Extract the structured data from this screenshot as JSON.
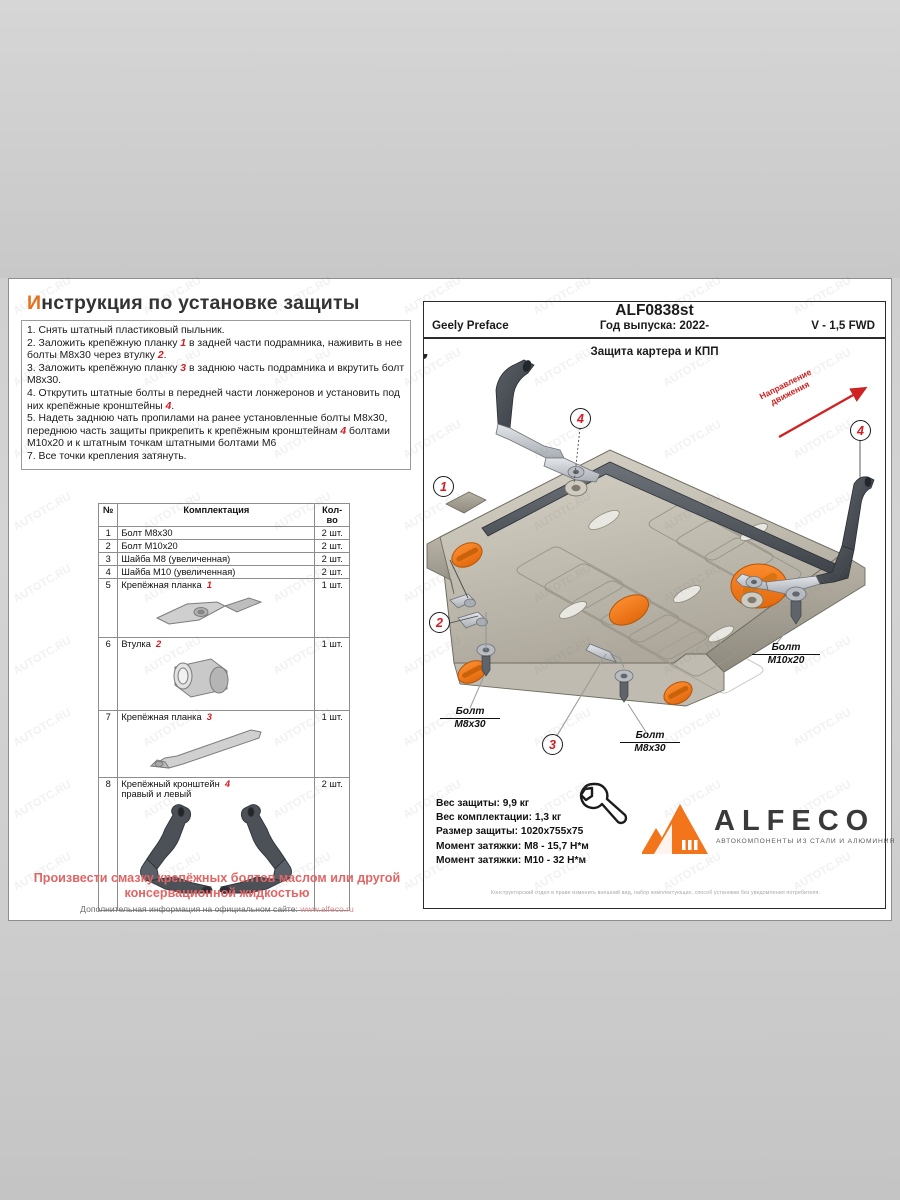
{
  "document": {
    "title": "Инструкция по установке защиты",
    "title_first_letter": "И",
    "title_rest": "нструкция по установке защиты"
  },
  "instructions": {
    "lines": [
      "1. Снять штатный пластиковый пыльник.",
      "2. Заложить крепёжную планку 1 в задней части подрамника, наживить в нее болты M8x30 через втулку 2.",
      "3. Заложить крепёжную планку 3 в заднюю часть подрамника и вкрутить болт M8x30.",
      "4. Открутить штатные болты в передней части лонжеронов и установить под них крепёжные кронштейны 4.",
      "5. Надеть заднюю чать пропилами на ранее установленные болты M8x30, переднюю часть защиты прикрепить к крепёжным кронштейнам 4 болтами M10x20 и к штатным точкам штатными болтами M6",
      "7. Все точки крепления затянуть."
    ]
  },
  "parts_table": {
    "headers": [
      "№",
      "Комплектация",
      "Кол-во"
    ],
    "rows": [
      {
        "num": "1",
        "name": "Болт M8x30",
        "marker": "",
        "qty": "2 шт.",
        "figure": "none"
      },
      {
        "num": "2",
        "name": "Болт M10x20",
        "marker": "",
        "qty": "2 шт.",
        "figure": "none"
      },
      {
        "num": "3",
        "name": "Шайба M8 (увеличенная)",
        "marker": "",
        "qty": "2 шт.",
        "figure": "none"
      },
      {
        "num": "4",
        "name": "Шайба M10 (увеличенная)",
        "marker": "",
        "qty": "2 шт.",
        "figure": "none"
      },
      {
        "num": "5",
        "name": "Крепёжная планка",
        "marker": "1",
        "qty": "1 шт.",
        "figure": "plate-small"
      },
      {
        "num": "6",
        "name": "Втулка",
        "marker": "2",
        "qty": "1 шт.",
        "figure": "bushing"
      },
      {
        "num": "7",
        "name": "Крепёжная планка",
        "marker": "3",
        "qty": "1 шт.",
        "figure": "plate-long"
      },
      {
        "num": "8",
        "name": "Крепёжный кронштейн",
        "marker": "4",
        "name2": "правый и левый",
        "qty": "2 шт.",
        "figure": "brackets"
      }
    ]
  },
  "footer_notes": {
    "warning_line1": "Произвести смазку крепёжных болтов маслом или другой",
    "warning_line2": "консервационной жидкостью",
    "info_prefix": "Дополнительная информация на официальном сайте:",
    "info_url": "www.alfeco.ru"
  },
  "product": {
    "code": "ALF0838st",
    "model": "Geely Preface",
    "year": "Год выпуска: 2022-",
    "engine": "V - 1,5 FWD",
    "subtitle": "Защита картера и КПП"
  },
  "drawing": {
    "direction_label_line1": "Направление",
    "direction_label_line2": "движения",
    "callouts": [
      "1",
      "2",
      "3",
      "4",
      "4"
    ],
    "bolt_labels": [
      {
        "line1": "Болт",
        "line2": "M8x30"
      },
      {
        "line1": "Болт",
        "line2": "M8x30"
      },
      {
        "line1": "Болт",
        "line2": "M10x20"
      }
    ]
  },
  "specs": {
    "rows": [
      {
        "label": "Вес защиты:",
        "value": "9,9 кг"
      },
      {
        "label": "Вес комплектации:",
        "value": "1,3 кг"
      },
      {
        "label": "Размер защиты:",
        "value": "1020x755x75"
      },
      {
        "label": "Момент затяжки:",
        "value": "M8 - 15,7 H*м"
      },
      {
        "label": "Момент затяжки:",
        "value": "M10 - 32 H*м"
      }
    ]
  },
  "brand": {
    "name": "ALFECO",
    "tagline": "АВТОКОМПОНЕНТЫ ИЗ СТАЛИ И АЛЮМИНИЯ"
  },
  "disclaimer": "Конструкторский отдел в праве изменить внешний вид, набор комплектующих, способ установки без уведомления потребителя.",
  "watermark": {
    "text": "AUTOTC.RU"
  },
  "colors": {
    "accent_orange": "#f07818",
    "marker_red": "#d71920",
    "warn_red": "#e06666",
    "metal": "#c3bfb4",
    "bracket_dark": "#4a4f55"
  }
}
